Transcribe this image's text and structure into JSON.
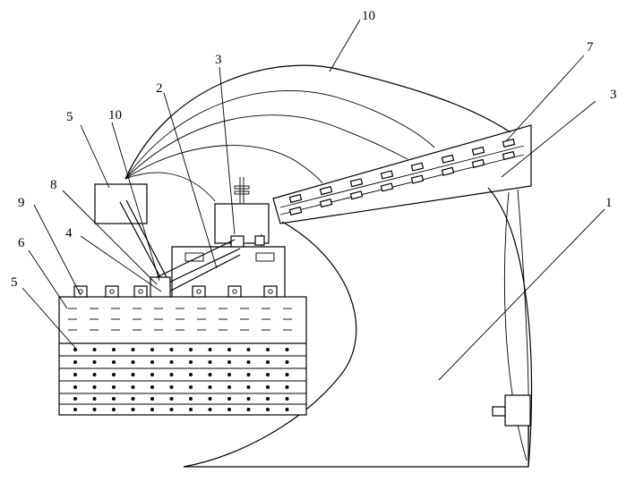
{
  "labels": [
    {
      "id": "label-10-top",
      "text": "10"
    },
    {
      "id": "label-7",
      "text": "7"
    },
    {
      "id": "label-3-right",
      "text": "3"
    },
    {
      "id": "label-1",
      "text": "1"
    },
    {
      "id": "label-3-mid",
      "text": "3"
    },
    {
      "id": "label-2",
      "text": "2"
    },
    {
      "id": "label-10-left",
      "text": "10"
    },
    {
      "id": "label-5-top",
      "text": "5"
    },
    {
      "id": "label-8",
      "text": "8"
    },
    {
      "id": "label-9",
      "text": "9"
    },
    {
      "id": "label-4",
      "text": "4"
    },
    {
      "id": "label-6",
      "text": "6"
    },
    {
      "id": "label-5-bottom",
      "text": "5"
    }
  ]
}
